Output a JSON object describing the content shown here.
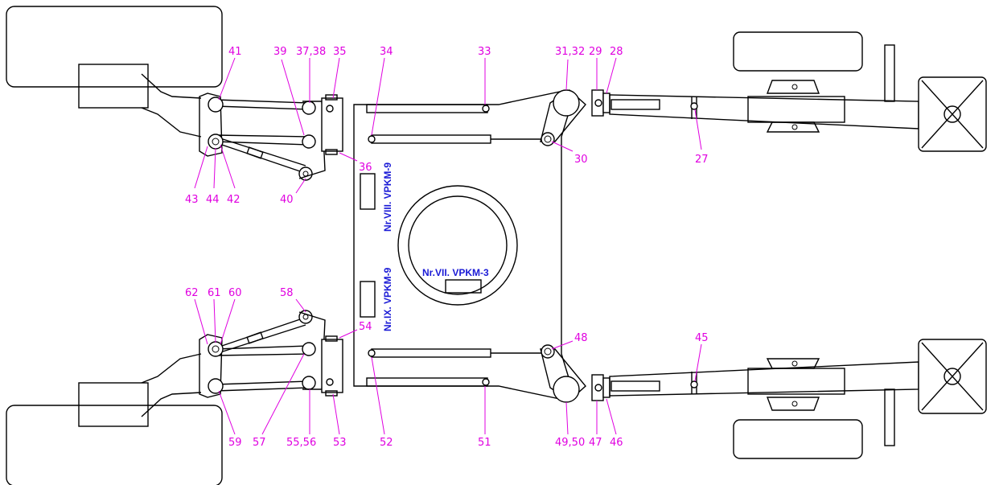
{
  "colors": {
    "callout": "#e000e0",
    "module_label": "#1a1ad6",
    "outline": "#000000",
    "background": "#ffffff"
  },
  "module_labels": {
    "upper_vertical": "Nr.VIII. VPKM-9",
    "lower_vertical": "Nr.IX. VPKM-9",
    "center": "Nr.VII. VPKM-3"
  },
  "callouts": {
    "c27": "27",
    "c28": "28",
    "c29": "29",
    "c30": "30",
    "c3132": "31,32",
    "c33": "33",
    "c34": "34",
    "c35": "35",
    "c36": "36",
    "c3738": "37,38",
    "c39": "39",
    "c40": "40",
    "c41": "41",
    "c42": "42",
    "c43": "43",
    "c44": "44",
    "c45": "45",
    "c46": "46",
    "c47": "47",
    "c48": "48",
    "c4950": "49,50",
    "c51": "51",
    "c52": "52",
    "c53": "53",
    "c54": "54",
    "c5556": "55,56",
    "c57": "57",
    "c58": "58",
    "c59": "59",
    "c60": "60",
    "c61": "61",
    "c62": "62"
  }
}
